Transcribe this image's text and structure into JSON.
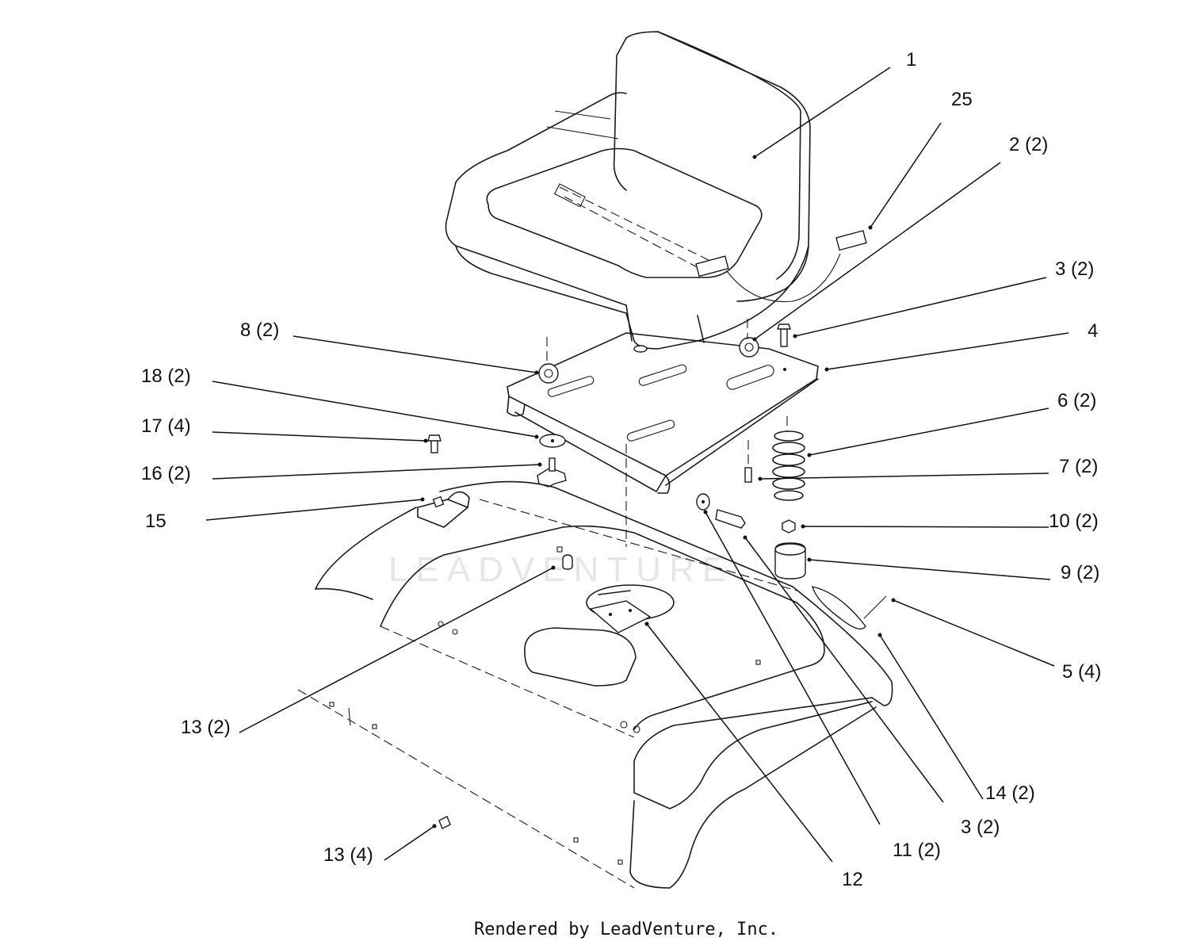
{
  "watermark": "LEADVENTURE",
  "footer": "Rendered by LeadVenture, Inc.",
  "callouts": [
    {
      "id": "c1",
      "text": "1"
    },
    {
      "id": "c25",
      "text": "25"
    },
    {
      "id": "c2",
      "text": "2 (2)"
    },
    {
      "id": "c3a",
      "text": "3 (2)"
    },
    {
      "id": "c4",
      "text": "4"
    },
    {
      "id": "c8",
      "text": "8 (2)"
    },
    {
      "id": "c18",
      "text": "18 (2)"
    },
    {
      "id": "c17",
      "text": "17 (4)"
    },
    {
      "id": "c16",
      "text": "16 (2)"
    },
    {
      "id": "c15",
      "text": "15"
    },
    {
      "id": "c6",
      "text": "6 (2)"
    },
    {
      "id": "c7",
      "text": "7 (2)"
    },
    {
      "id": "c10",
      "text": "10 (2)"
    },
    {
      "id": "c9",
      "text": "9 (2)"
    },
    {
      "id": "c5",
      "text": "5 (4)"
    },
    {
      "id": "c13a",
      "text": "13 (2)"
    },
    {
      "id": "c14",
      "text": "14 (2)"
    },
    {
      "id": "c3b",
      "text": "3 (2)"
    },
    {
      "id": "c11",
      "text": "11 (2)"
    },
    {
      "id": "c12",
      "text": "12"
    },
    {
      "id": "c13b",
      "text": "13 (4)"
    }
  ]
}
